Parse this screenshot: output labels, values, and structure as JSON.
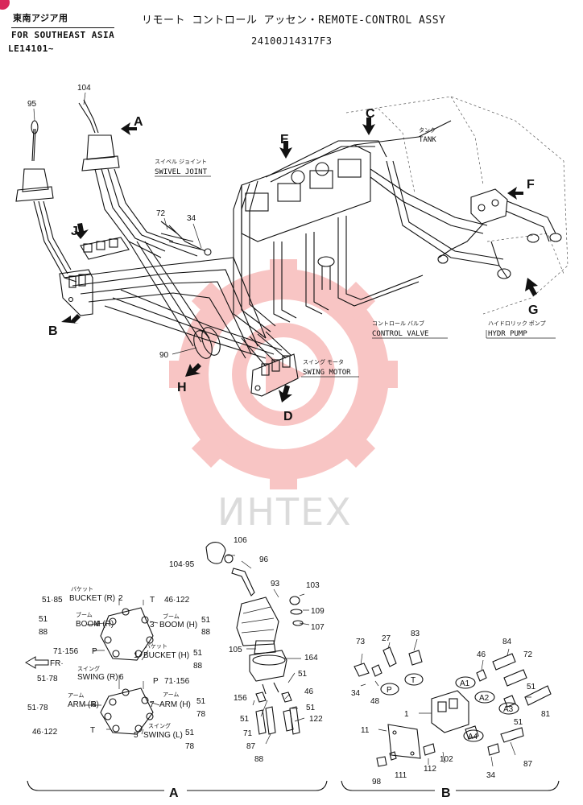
{
  "header": {
    "region_jp": "東南アジア用",
    "region_en": "FOR SOUTHEAST ASIA",
    "serial": "LE14101~",
    "title": "リモート コントロール アッセン・REMOTE-CONTROL ASSY",
    "part_no": "24100J14317F3"
  },
  "watermark": {
    "text": "ИНТЕХ",
    "color": "#e8312f"
  },
  "main_diagram": {
    "view_letters": [
      "A",
      "B",
      "C",
      "D",
      "E",
      "F",
      "G",
      "H",
      "J"
    ],
    "part_numbers": [
      "104",
      "95",
      "72",
      "34",
      "90"
    ],
    "components": [
      {
        "jp": "スイベル ジョイント",
        "en": "SWIVEL JOINT"
      },
      {
        "jp": "タンク",
        "en": "TANK"
      },
      {
        "jp": "コントロール バルブ",
        "en": "CONTROL VALVE"
      },
      {
        "jp": "ハイドロリック ポンプ",
        "en": "HYDR PUMP"
      },
      {
        "jp": "スイング モータ",
        "en": "SWING MOTOR"
      }
    ]
  },
  "detail_a": {
    "label": "A",
    "fr_label": "FR·",
    "ports": [
      {
        "refs": "51·85",
        "jp": "バケット",
        "name": "BUCKET (R)",
        "num": "2"
      },
      {
        "refs": "51\n88",
        "jp": "ブーム",
        "name": "BOOM (R)",
        "num": "4"
      },
      {
        "refs": "71·156",
        "name": "P"
      },
      {
        "refs": "51·78",
        "jp": "スイング",
        "name": "SWING (R)",
        "num": "6"
      },
      {
        "refs": "51·78",
        "jp": "アーム",
        "name": "ARM (R)",
        "num": "8"
      },
      {
        "refs": "46·122",
        "name": "T"
      },
      {
        "refs": "46·122",
        "name": "T"
      },
      {
        "refs": "51\n88",
        "jp": "ブーム",
        "name": "BOOM (H)",
        "num": "3"
      },
      {
        "refs": "51\n88",
        "jp": "バケット",
        "name": "BUCKET (H)",
        "num": "1"
      },
      {
        "refs": "71·156",
        "name": "P"
      },
      {
        "refs": "51\n78",
        "jp": "アーム",
        "name": "ARM (H)",
        "num": "7"
      },
      {
        "refs": "51\n78",
        "jp": "スイング",
        "name": "SWING (L)",
        "num": "5"
      }
    ],
    "part_numbers": [
      "106",
      "104·95",
      "96",
      "93",
      "103",
      "109",
      "107",
      "105",
      "164",
      "51",
      "156",
      "46",
      "51",
      "51",
      "71",
      "122",
      "87",
      "88"
    ]
  },
  "detail_b": {
    "label": "B",
    "part_numbers": [
      "73",
      "27",
      "83",
      "46",
      "84",
      "72",
      "34",
      "48",
      "51",
      "81",
      "1",
      "51",
      "11",
      "102",
      "34",
      "87",
      "98",
      "111",
      "112"
    ],
    "tags": [
      "P",
      "T",
      "A1",
      "A2",
      "A3",
      "A4"
    ]
  }
}
